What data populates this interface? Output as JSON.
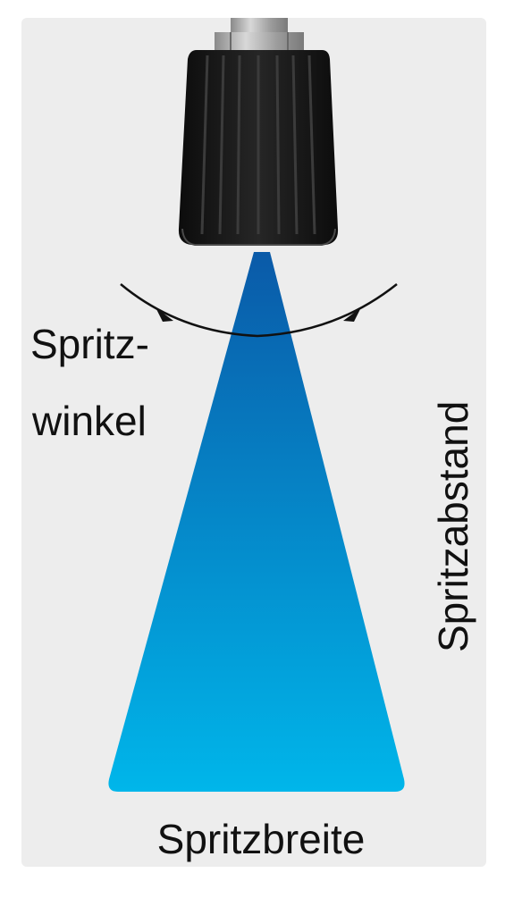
{
  "labels": {
    "spray_angle_line1": "Spritz-",
    "spray_angle_line2": "winkel",
    "spray_width": "Spritzbreite",
    "spray_distance": "Spritzabstand"
  },
  "colors": {
    "panel_background": "#ededed",
    "nozzle_body": "#141414",
    "nozzle_fitting": "#a8a8a8",
    "spray_top": "#0a5aa8",
    "spray_bottom": "#00b6ea",
    "arc_line": "#111111",
    "text": "#111111"
  }
}
